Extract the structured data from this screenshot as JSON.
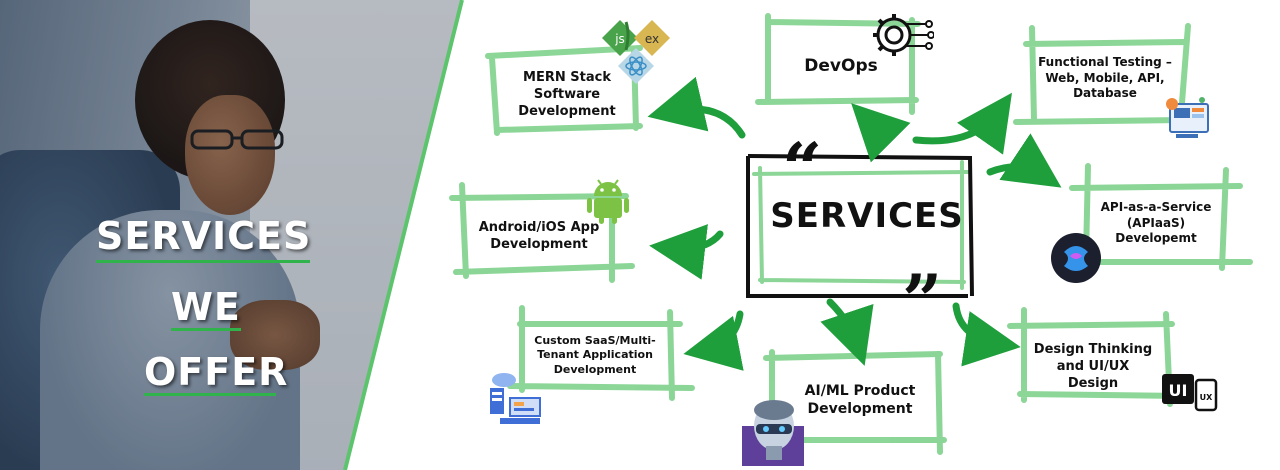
{
  "banner": {
    "headline": [
      "SERVICES",
      "WE",
      "OFFER"
    ],
    "center_title": "SERVICES",
    "quote_open": "“",
    "quote_close": "”"
  },
  "services": {
    "mern": "MERN Stack Software Development",
    "devops": "DevOps",
    "functional_testing": "Functional Testing – Web, Mobile, API, Database",
    "android_ios": "Android/iOS App Development",
    "api_service": "API-as-a-Service (APIaaS) Developemt",
    "saas": "Custom SaaS/Multi-Tenant Application Development",
    "aiml": "AI/ML Product Development",
    "design": "Design Thinking and UI/UX Design"
  },
  "icon_text": {
    "node_badge": "js",
    "express_badge": "ex",
    "ui_badge": "UI",
    "ux_badge": "UX"
  },
  "colors": {
    "accent_green": "#2fb34a",
    "frame_green": "#7fd18c",
    "text": "#111111"
  },
  "icons": [
    "mern-stack-icon",
    "gear-circuit-icon",
    "testing-dashboard-icon",
    "android-icon",
    "api-ai-icon",
    "server-cloud-icon",
    "robot-head-icon",
    "ui-ux-icon",
    "quote-icon"
  ]
}
